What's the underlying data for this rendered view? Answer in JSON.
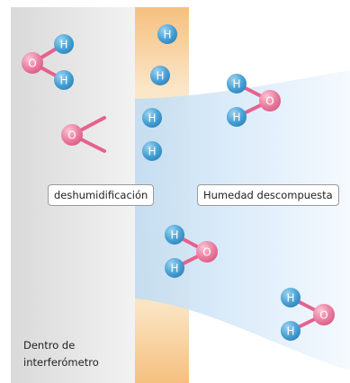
{
  "labels": {
    "dehumidification": "deshumidificación",
    "decomposed_humidity": "Humedad descompuesta",
    "inside_line1": "Dentro de",
    "inside_line2": "interferómetro"
  },
  "atoms": {
    "hydrogen": "H",
    "oxygen": "O"
  },
  "colors": {
    "interferometer_wall": "#e6e6e6",
    "filter_band": "#f7c98c",
    "humidity_flow": "#cfe6f8",
    "hydrogen_atom": "#4aa3d6",
    "oxygen_atom": "#ec7fa1",
    "bond": "#e8608d"
  }
}
